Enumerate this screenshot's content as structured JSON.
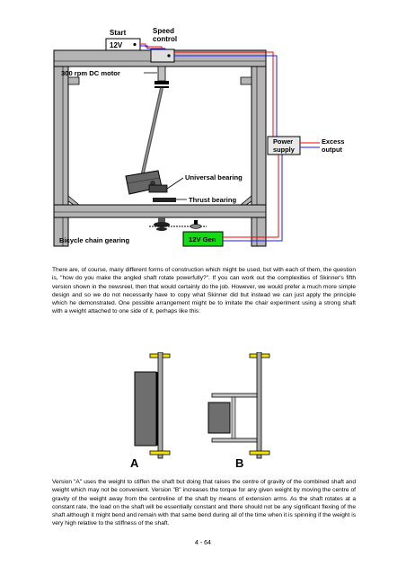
{
  "figure1": {
    "start_label": "Start",
    "voltage_label": "12V",
    "speed_control_line1": "Speed",
    "speed_control_line2": "control",
    "motor_label": "300 rpm DC motor",
    "power_supply_line1": "Power",
    "power_supply_line2": "supply",
    "excess_output_line1": "Excess",
    "excess_output_line2": "output",
    "universal_bearing_label": "Universal bearing",
    "thrust_bearing_label": "Thrust bearing",
    "chain_gearing_label": "Bicycle chain gearing",
    "generator_label": "12V Gen",
    "colors": {
      "frame": "#b4b4b4",
      "wire_red": "#ff0000",
      "wire_blue": "#1a1aff",
      "generator": "#11dd11",
      "power_box": "#e8e8e8"
    }
  },
  "paragraph1": "There are, of course, many different forms of construction which might be used, but with each of them, the question is, \"how do you make the angled shaft rotate powerfully?\". If you can work out the complexities of Skinner's fifth version shown in the newsreel, then that would certainly do the job. However, we would prefer a much more simple design and so we do not necessarily have to copy what Skinner did but instead we can just apply the principle which he demonstrated. One possible arrangement might be to imitate the chair experiment using a strong shaft with a weight attached to one side of it, perhaps like this:",
  "figure2": {
    "label_a": "A",
    "label_b": "B",
    "colors": {
      "shaft": "#a8a8a8",
      "weight": "#6e6e6e",
      "bearing": "#f2e400",
      "arm": "#c8c8c8"
    }
  },
  "paragraph2": "Version \"A\" uses the weight to stiffen the shaft but doing that raises the centre of gravity of the combined shaft and weight which may not be convenient. Version \"B\" increases the torque for any given weight by moving the centre of gravity of the weight away from the centreline of the shaft by means of extension arms. As the shaft rotates at a constant rate, the load on the shaft will be essentially constant and there should not be any significant flexing of the shaft although it might bend and remain with that same bend during all of the time when it is spinning if the weight is very high relative to the stiffness of the shaft.",
  "page_number": "4 - 64"
}
